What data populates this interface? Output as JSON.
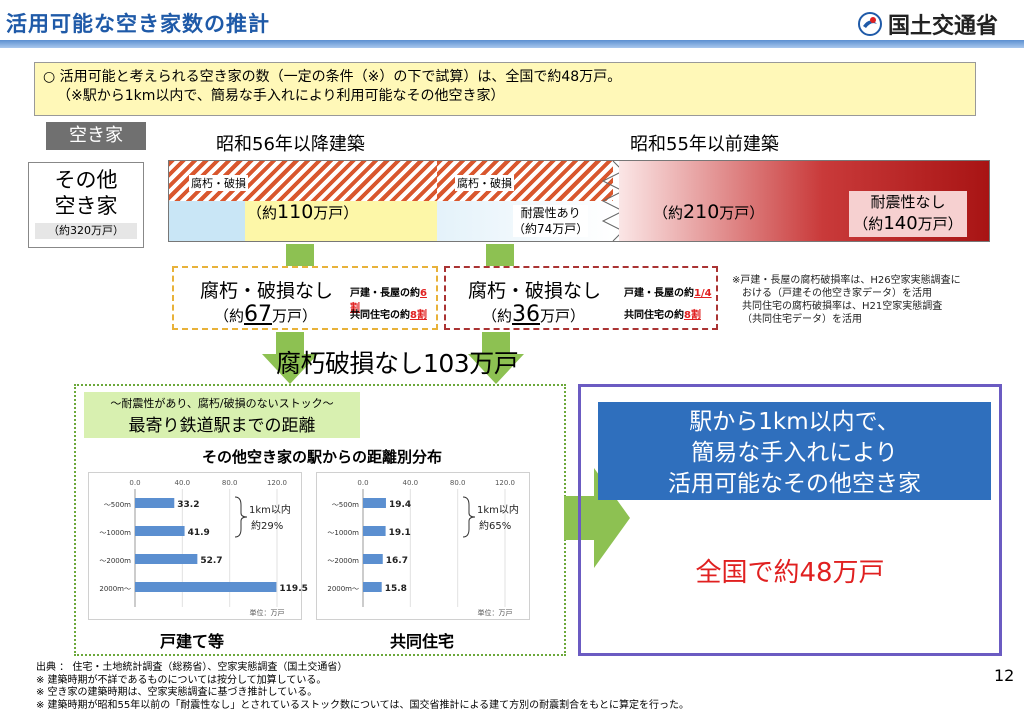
{
  "header": {
    "title": "活用可能な空き家数の推計",
    "ministry": "国土交通省"
  },
  "summary": {
    "line1": "○ 活用可能と考えられる空き家の数（一定の条件（※）の下で試算）は、全国で約48万戸。",
    "line2": "（※駅から1km以内で、簡易な手入れにより利用可能なその他空き家）"
  },
  "diagram": {
    "tag": "空き家",
    "header_after56": "昭和56年以降建築",
    "header_before55": "昭和55年以前建築",
    "other_vacant_l1": "その他",
    "other_vacant_l2": "空き家",
    "other_vacant_count": "（約320万戸）",
    "seg_decay_1": "腐朽・破損",
    "seg_110_pre": "（約",
    "seg_110_num": "110",
    "seg_110_post": "万戸）",
    "seg_decay_2": "腐朽・破損",
    "seg_seismic_yes_l1": "耐震性あり",
    "seg_seismic_yes_l2": "（約74万戸）",
    "seg_210_pre": "（約",
    "seg_210_num": "210",
    "seg_210_post": "万戸）",
    "seg_seismic_no_l1": "耐震性なし",
    "seg_seismic_no_pre": "（約",
    "seg_seismic_no_num": "140",
    "seg_seismic_no_post": "万戸）"
  },
  "box_left": {
    "title": "腐朽・破損なし",
    "count_pre": "（約",
    "count_num": "67",
    "count_post": "万戸）",
    "detached_label": "戸建・長屋の約",
    "detached_value": "6割",
    "collective_label": "共同住宅の約",
    "collective_value": "8割"
  },
  "box_right": {
    "title": "腐朽・破損なし",
    "count_pre": "（約",
    "count_num": "36",
    "count_post": "万戸）",
    "detached_label": "戸建・長屋の約",
    "detached_value": "1/4",
    "collective_label": "共同住宅の約",
    "collective_value": "8割"
  },
  "side_note": {
    "l1": "※戸建・長屋の腐朽破損率は、H26空家実態調査に",
    "l2": "おける（戸建その他空き家データ）を活用",
    "l3": "共同住宅の腐朽破損率は、H21空家実態調査",
    "l4": "（共同住宅データ）を活用"
  },
  "total_no_decay": "腐朽破損なし103万戸",
  "distance_panel": {
    "subtitle": "～耐震性があり、腐朽/破損のないストック～",
    "title": "最寄り鉄道駅までの距離",
    "chart_title": "その他空き家の駅からの距離別分布"
  },
  "chart_data": [
    {
      "type": "bar",
      "title": "戸建て等",
      "orientation": "horizontal",
      "categories": [
        "～500m",
        "～1000m",
        "～2000m",
        "2000m～"
      ],
      "values": [
        33.2,
        41.9,
        52.7,
        119.5
      ],
      "xlim": [
        0,
        120
      ],
      "ticks": [
        "0.0",
        "40.0",
        "80.0",
        "120.0"
      ],
      "unit": "単位：万戸",
      "bracket_l1": "1km以内",
      "bracket_l2": "約29%",
      "color": "#5b8fd0"
    },
    {
      "type": "bar",
      "title": "共同住宅",
      "orientation": "horizontal",
      "categories": [
        "～500m",
        "～1000m",
        "～2000m",
        "2000m～"
      ],
      "values": [
        19.4,
        19.1,
        16.7,
        15.8
      ],
      "xlim": [
        0,
        120
      ],
      "ticks": [
        "0.0",
        "40.0",
        "80.0",
        "120.0"
      ],
      "unit": "単位：万戸",
      "bracket_l1": "1km以内",
      "bracket_l2": "約65%",
      "color": "#5b8fd0"
    }
  ],
  "result_panel": {
    "l1": "駅から1km以内で、",
    "l2": "簡易な手入れにより",
    "l3": "活用可能なその他空き家",
    "value": "全国で約48万戸"
  },
  "footer": {
    "l1": "出典 ： 住宅・土地統計調査（総務省）、空家実態調査（国土交通省）",
    "l2": "※ 建築時期が不詳であるものについては按分して加算している。",
    "l3": "※ 空き家の建築時期は、空家実態調査に基づき推計している。",
    "l4": "※ 建築時期が昭和55年以前の「耐震性なし」とされているストック数については、国交省推計による建て方別の耐震割合をもとに算定を行った。"
  },
  "page_number": "12"
}
